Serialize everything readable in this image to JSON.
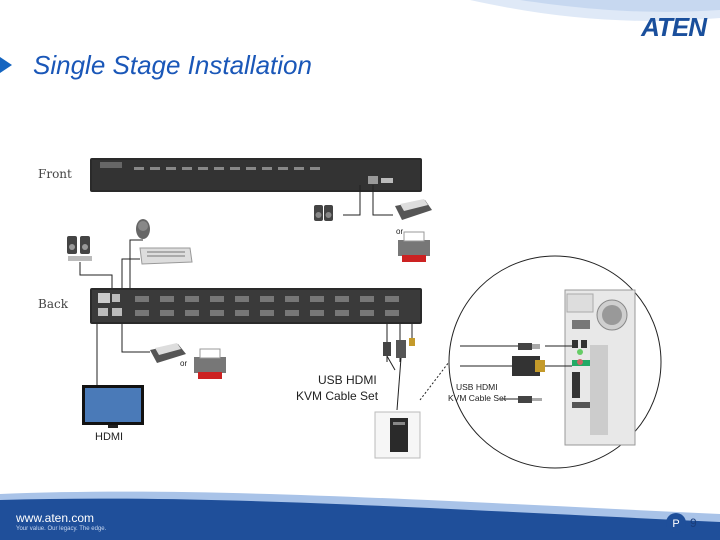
{
  "header": {
    "logo_text": "ATEN",
    "title": "Single Stage Installation"
  },
  "labels": {
    "front": "Front",
    "back": "Back",
    "or_top": "or",
    "or_bottom": "or",
    "hdmi": "HDMI",
    "cable_set_line1": "USB HDMI",
    "cable_set_line2": "KVM Cable Set",
    "inset_cable_line1": "USB HDMI",
    "inset_cable_line2": "KVM Cable Set"
  },
  "footer": {
    "url": "www.aten.com",
    "tagline": "Your value. Our legacy. The edge.",
    "page_number": "9"
  },
  "colors": {
    "accent_blue": "#1a57b8",
    "device_dark": "#2a2a2a",
    "footer_blue": "#1f4f9a"
  }
}
